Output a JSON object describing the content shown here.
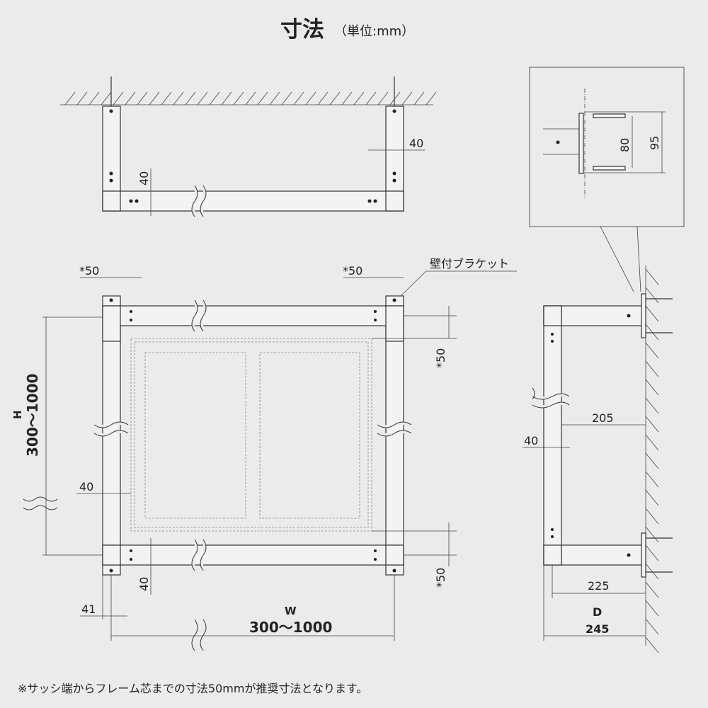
{
  "title": {
    "main": "寸法",
    "unit": "（単位:mm）"
  },
  "ceiling_view": {
    "dim_bracket_width": "40",
    "dim_bar_height": "40"
  },
  "front_view": {
    "dim_left_offset": "*50",
    "dim_right_offset": "*50",
    "bracket_label": "壁付ブラケット",
    "dim_top_offset_v": "*50",
    "dim_bottom_offset_v": "*50",
    "h_label": "H",
    "h_range": "300～1000",
    "dim_post_width": "40",
    "dim_bar_height": "40",
    "dim_41": "41",
    "w_label": "W",
    "w_range": "300～1000"
  },
  "detail": {
    "dim_80": "80",
    "dim_95": "95"
  },
  "side_view": {
    "dim_205": "205",
    "dim_40": "40",
    "dim_225": "225",
    "d_label": "D",
    "dim_245": "245"
  },
  "footnote": "※サッシ端からフレーム芯までの寸法50mmが推奨寸法となります。"
}
